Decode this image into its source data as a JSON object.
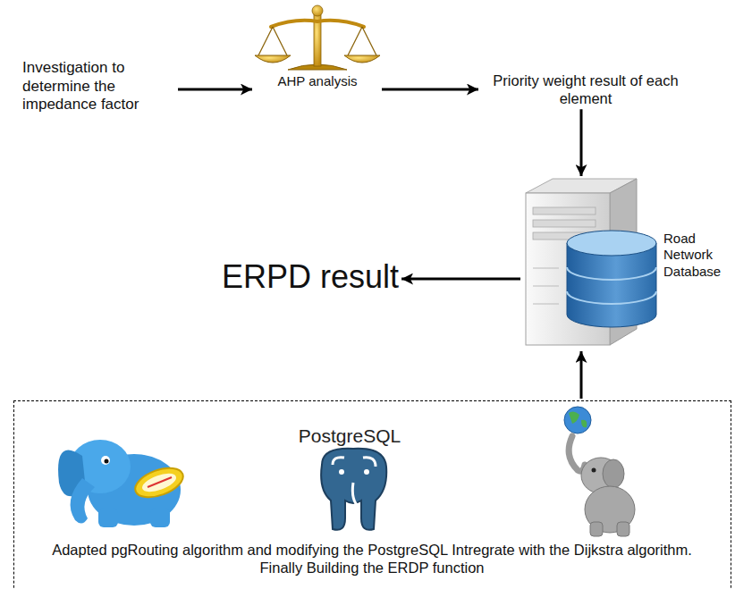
{
  "diagram": {
    "nodes": [
      {
        "text": [
          "Investigation to determine the impedance factor"
        ]
      },
      {
        "text": [
          "AHP analysis"
        ]
      },
      {
        "text": [
          "Priority weight result of each element"
        ]
      },
      {
        "text": [
          "Road Network Database"
        ]
      },
      {
        "text": [
          "ERPD result"
        ]
      },
      {
        "text": [
          "PostgreSQL",
          "Adapted pgRouting algorithm and modifying the PostgreSQL Intregrate with the Dijkstra algorithm. Finally Building the ERDP function"
        ]
      }
    ],
    "edges": [
      {
        "from": 0,
        "to": 1,
        "arrow": "to"
      },
      {
        "from": 1,
        "to": 2,
        "arrow": "to"
      },
      {
        "from": 2,
        "to": 3,
        "arrow": "to"
      },
      {
        "from": 3,
        "to": 4,
        "arrow": "to"
      },
      {
        "from": 5,
        "to": 3,
        "arrow": "to"
      }
    ]
  }
}
